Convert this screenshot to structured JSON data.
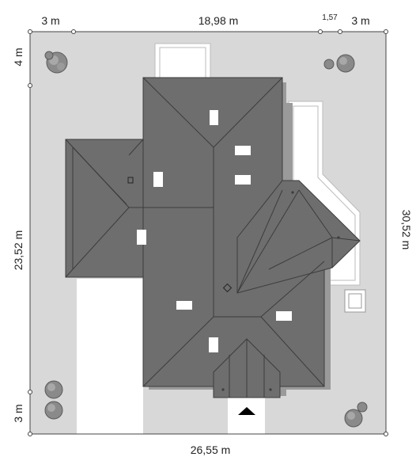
{
  "dimensions": {
    "top_left_setback": "3 m",
    "top_width": "18,98 m",
    "top_small": "1,57",
    "top_right_setback": "3 m",
    "left_top_setback": "4 m",
    "left_height": "23,52 m",
    "left_bottom_setback": "3 m",
    "right_total": "30,52 m",
    "bottom_total": "26,55 m"
  },
  "colors": {
    "plot": "#d8d8d8",
    "roof": "#6e6e6e",
    "roof_line": "#3c3c3c",
    "paving": "#ffffff",
    "tree": "#8a8a8a",
    "text": "#222222"
  },
  "icons": {
    "entrance": "entrance-arrow-icon",
    "tree": "tree-icon"
  }
}
